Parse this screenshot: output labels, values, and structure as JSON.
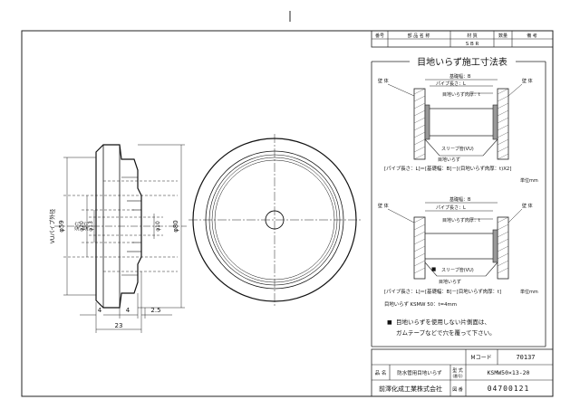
{
  "parts_table": {
    "headers": [
      "番号",
      "部 品 名 称",
      "材 質",
      "数量",
      "備 考"
    ],
    "material": "S B R"
  },
  "construction_table": {
    "title": "目地いらず施工寸法表",
    "labels": {
      "wall": "壁 体",
      "base_width": "基礎幅：B",
      "pipe_length": "パイプ長さ：L",
      "joint_thickness": "目地いらず肉厚：t",
      "sleeve": "スリーブ管(VU)",
      "joint_product": "目地いらず"
    },
    "formula1": "[パイプ長さ：L]＝[基礎幅：B]－[(目地いらず肉厚：t)X2]",
    "formula2": "[パイプ長さ：L]＝[基礎幅：B]－[目地いらず肉厚：t]",
    "unit": "単位mm",
    "thickness_note": "目地いらず KSMW 50：t=4mm",
    "note_mark": "■",
    "note_line1": "目地いらずを使用しない片側面は、",
    "note_line2": "ガムテープなどで穴を覆って下さい。"
  },
  "drawing": {
    "label_vu": "VUパイプ外径",
    "dim_phi59": "φ59",
    "dim_phi20": "φ20",
    "dim_phi13": "φ13",
    "label_depth1": "深穴",
    "label_depth2": "深穴",
    "dim_phi10": "φ10",
    "dim_phi80": "φ80",
    "dim_4a": "4",
    "dim_4b": "4",
    "dim_25": "2.5",
    "dim_23": "23"
  },
  "title_block": {
    "mcode_label": "Mコード",
    "mcode_value": "70137",
    "name_label": "品 名",
    "name_value": "防水管用目地いらず",
    "model_label": "型 式",
    "model_sub": "(番号)",
    "model_value": "KSMW50×13-20",
    "company": "前澤化成工業株式会社",
    "drawing_no_label": "図 番",
    "drawing_no_value": "04700121"
  }
}
